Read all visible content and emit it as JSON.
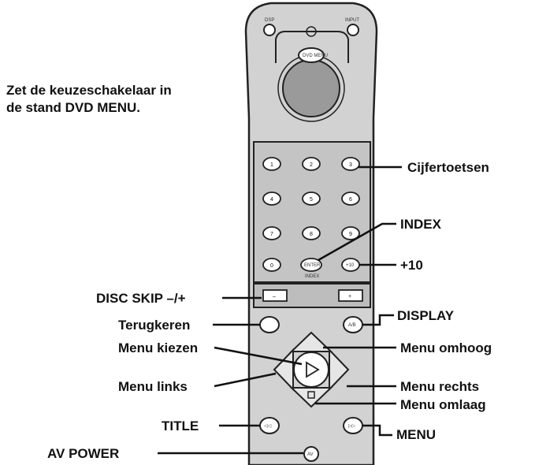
{
  "instruction": {
    "line1": "Zet de keuzeschakelaar in",
    "line2": "de stand DVD MENU."
  },
  "callouts": {
    "cijfertoetsen": "Cijfertoetsen",
    "index": "INDEX",
    "plus10": "+10",
    "disc_skip": "DISC SKIP –/+",
    "display": "DISPLAY",
    "terugkeren": "Terugkeren",
    "menu_kiezen": "Menu kiezen",
    "menu_omhoog": "Menu omhoog",
    "menu_links": "Menu links",
    "menu_rechts": "Menu rechts",
    "menu_omlaag": "Menu omlaag",
    "title": "TITLE",
    "menu": "MENU",
    "av_power": "AV POWER"
  },
  "remote": {
    "top_left_label": "DSP",
    "top_right_label": "INPUT",
    "mode_switch_label": "DVD MENU",
    "enter_label": "ENTER",
    "index_label": "INDEX",
    "plus10_label": "+10",
    "digit_buttons": [
      "1",
      "2",
      "3",
      "4",
      "5",
      "6",
      "7",
      "8",
      "9",
      "0"
    ],
    "disc_skip_minus": "–",
    "disc_skip_plus": "+",
    "ab_label": "A/B",
    "power_label": "AV"
  }
}
